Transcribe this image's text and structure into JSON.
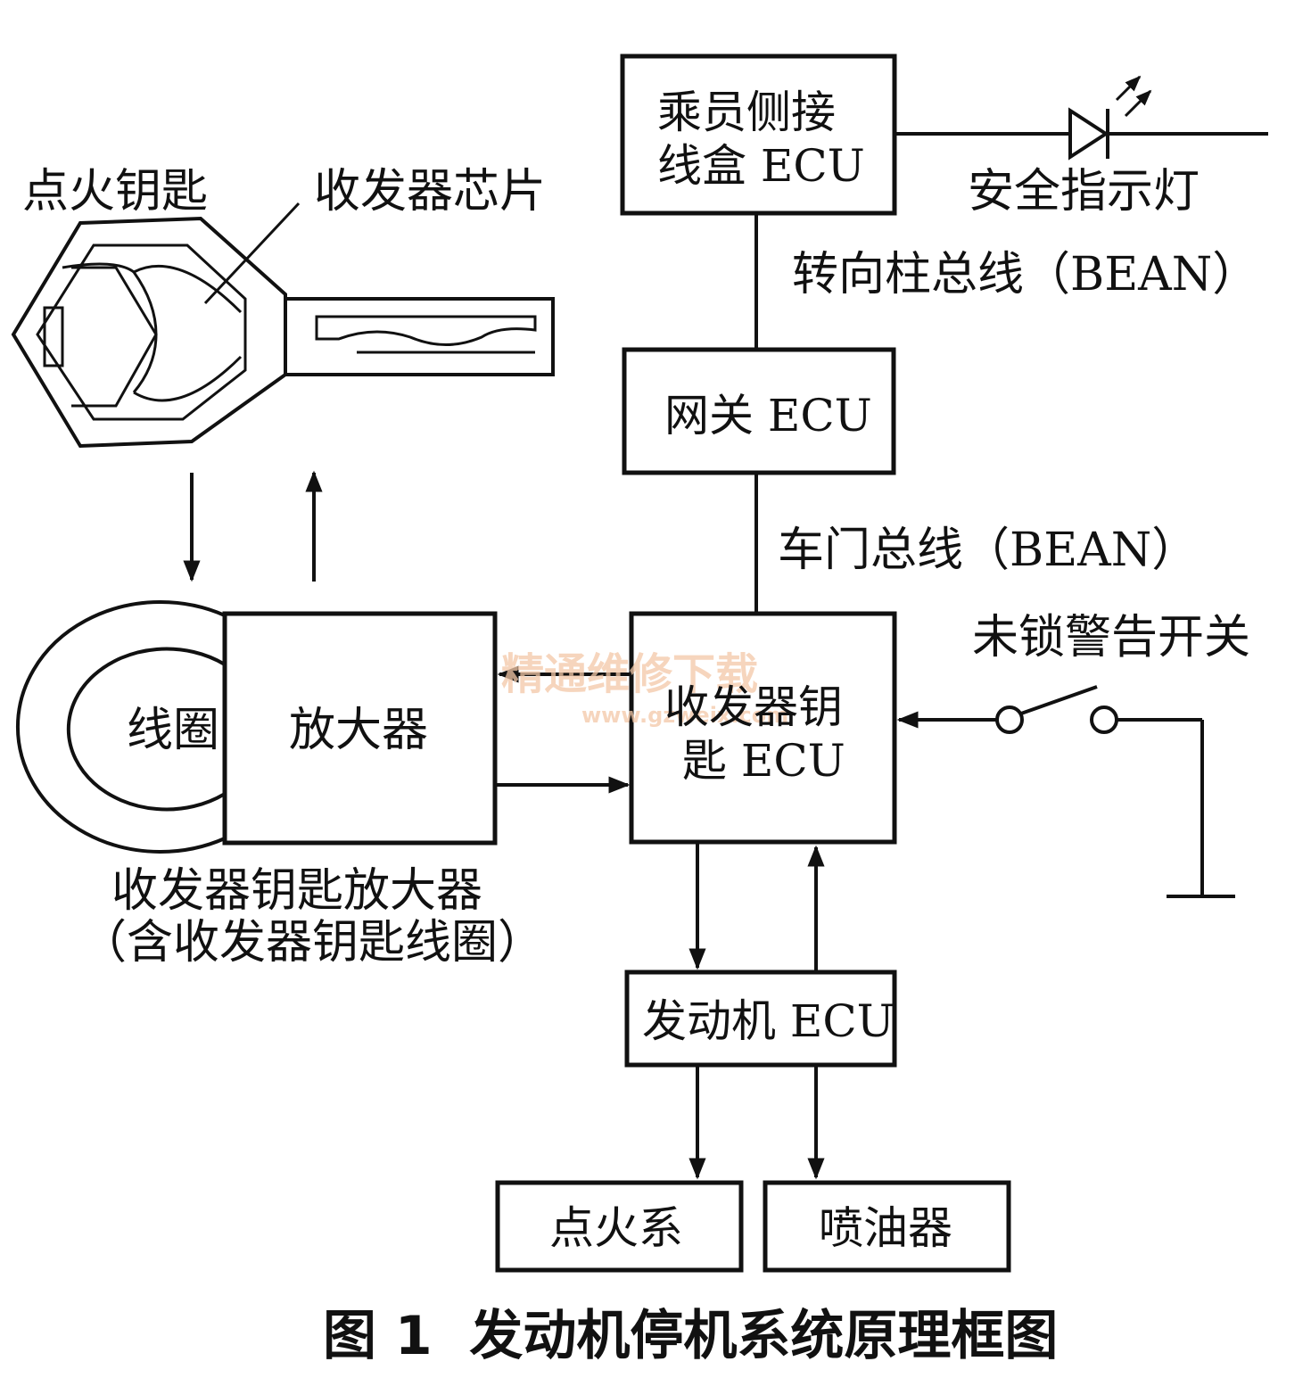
{
  "diagram": {
    "boxes": {
      "passenger_ecu": [
        "乘员侧接",
        "线盒 ECU"
      ],
      "gateway_ecu": "网关 ECU",
      "transponder_ecu": [
        "收发器钥",
        "匙 ECU"
      ],
      "engine_ecu": "发动机 ECU",
      "ignition": "点火系",
      "injector": "喷油器",
      "amplifier": "放大器",
      "coil": "线圈"
    },
    "labels": {
      "ignition_key": "点火钥匙",
      "transponder_chip": "收发器芯片",
      "security_light": "安全指示灯",
      "column_bus": "转向柱总线（BEAN）",
      "door_bus": "车门总线（BEAN）",
      "unlock_warning_switch": "未锁警告开关",
      "amp_title_1": "收发器钥匙放大器",
      "amp_title_2": "（含收发器钥匙线圈）"
    },
    "caption": "图 1  发动机停机系统原理框图",
    "watermark": {
      "line1": "精通维修下载",
      "line2": "www.gzweix.com"
    },
    "colors": {
      "ink": "#111111",
      "watermark": "#f3c8a8"
    }
  }
}
